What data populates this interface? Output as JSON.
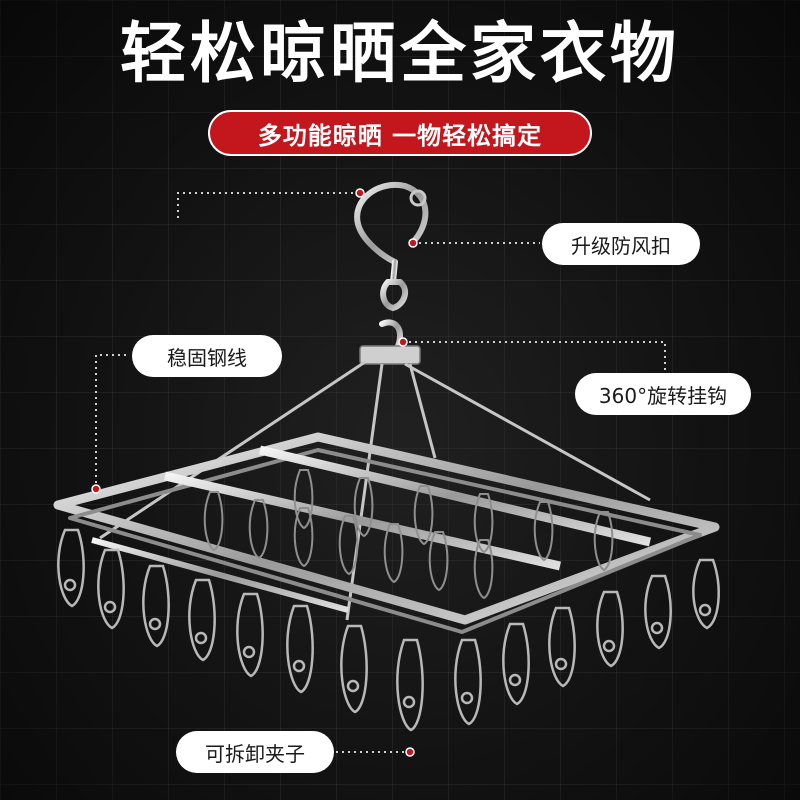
{
  "headline": "轻松晾晒全家衣物",
  "banner": "多功能晾晒 一物轻松搞定",
  "callouts": {
    "upgrade": "升级防风扣",
    "wire": "稳固钢线",
    "swivel": "360°旋转挂钩",
    "clips": "可拆卸夹子"
  },
  "colors": {
    "background": "#121212",
    "banner_red": "#c3161d",
    "marker_red": "#c0161d",
    "label_bg": "#ffffff",
    "metal": "#d8d8d8"
  }
}
